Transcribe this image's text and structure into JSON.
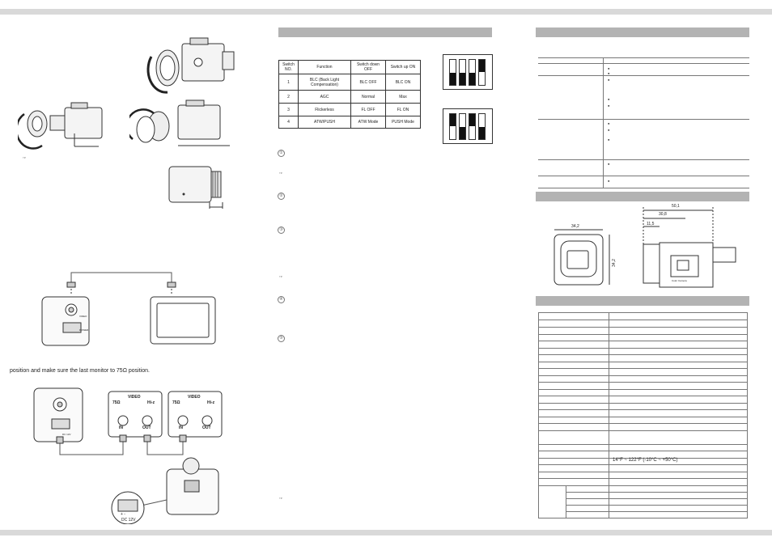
{
  "layout_note": "",
  "left_panel": {
    "tip_mark": "ᵀᴵᴾ",
    "instruction": "position and make sure the last monitor to 75Ω position.",
    "cam_labels": {
      "video": "VIDEO",
      "power": "POWER",
      "dc12v": "DC 12V"
    },
    "monitor_panels": [
      {
        "title": "VIDEO",
        "ohm": "75Ω",
        "hiz": "Hi-z",
        "in": "IN",
        "out": "OUT"
      },
      {
        "title": "VIDEO",
        "ohm": "75Ω",
        "hiz": "Hi-z",
        "in": "IN",
        "out": "OUT"
      }
    ],
    "power_label": "DC 12V",
    "plus_minus": "+ -"
  },
  "middle_panel": {
    "switch_table": {
      "headers": [
        "Switch NO.",
        "Function",
        "Switch down OFF",
        "Switch up ON"
      ],
      "rows": [
        [
          "1",
          "BLC (Back Light Compensation)",
          "BLC OFF",
          "BLC ON"
        ],
        [
          "2",
          "AGC",
          "Normal",
          "Max"
        ],
        [
          "3",
          "Flickerless",
          "FL OFF",
          "FL ON"
        ],
        [
          "4",
          "ATW/PUSH",
          "ATW Mode",
          "PUSH Mode"
        ]
      ]
    },
    "circles": [
      "①",
      "②",
      "③",
      "④",
      "⑤"
    ],
    "tip_mark": "ᵀᴵᴾ"
  },
  "right_panel": {
    "dimensions": {
      "width": "50,1",
      "a": "30,8",
      "b": "11,5",
      "front_w": "34,2",
      "front_h": "34,2"
    },
    "temperature": "14°F ~ 122°F (-10°C ~ +50°C)",
    "brand_label": "Color Camera"
  }
}
